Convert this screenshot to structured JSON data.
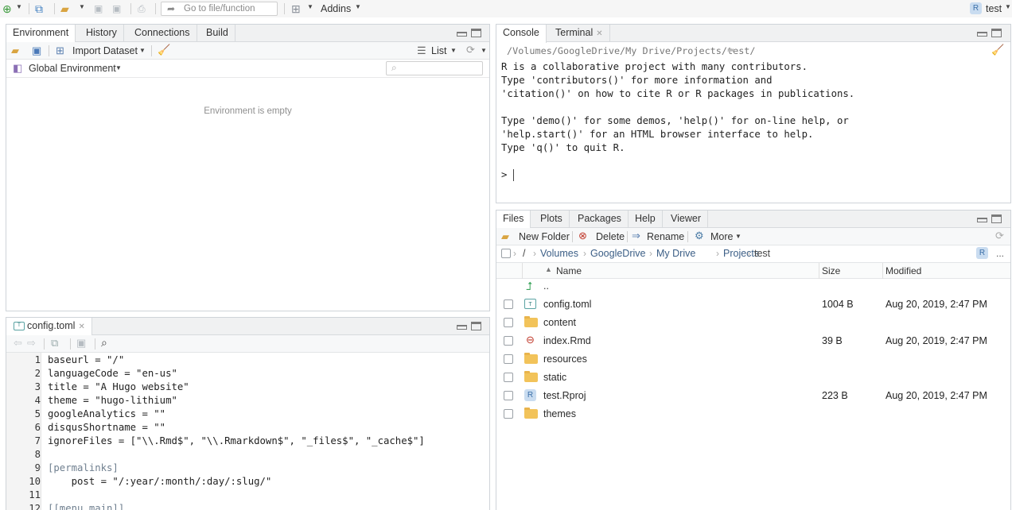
{
  "topbar": {
    "goto_placeholder": "Go to file/function",
    "addins_label": "Addins",
    "project_label": "test"
  },
  "env_pane": {
    "tabs": [
      "Environment",
      "History",
      "Connections",
      "Build"
    ],
    "import_label": "Import Dataset",
    "list_label": "List",
    "scope_label": "Global Environment",
    "empty_message": "Environment is empty"
  },
  "editor": {
    "file_tab": "config.toml",
    "lines": [
      {
        "n": "1",
        "text": "baseurl = \"/\""
      },
      {
        "n": "2",
        "text": "languageCode = \"en-us\""
      },
      {
        "n": "3",
        "text": "title = \"A Hugo website\""
      },
      {
        "n": "4",
        "text": "theme = \"hugo-lithium\""
      },
      {
        "n": "5",
        "text": "googleAnalytics = \"\""
      },
      {
        "n": "6",
        "text": "disqusShortname = \"\""
      },
      {
        "n": "7",
        "text": "ignoreFiles = [\"\\\\.Rmd$\", \"\\\\.Rmarkdown$\", \"_files$\", \"_cache$\"]"
      },
      {
        "n": "8",
        "text": ""
      },
      {
        "n": "9",
        "text": "[permalinks]"
      },
      {
        "n": "10",
        "text": "    post = \"/:year/:month/:day/:slug/\""
      },
      {
        "n": "11",
        "text": ""
      },
      {
        "n": "12",
        "text": "[[menu.main]]"
      }
    ]
  },
  "console": {
    "tabs": [
      "Console",
      "Terminal"
    ],
    "path": "/Volumes/GoogleDrive/My Drive/Projects/test/",
    "lines": [
      "R is a collaborative project with many contributors.",
      "Type 'contributors()' for more information and",
      "'citation()' on how to cite R or R packages in publications.",
      "",
      "Type 'demo()' for some demos, 'help()' for on-line help, or",
      "'help.start()' for an HTML browser interface to help.",
      "Type 'q()' to quit R.",
      "",
      "> "
    ]
  },
  "files_pane": {
    "tabs": [
      "Files",
      "Plots",
      "Packages",
      "Help",
      "Viewer"
    ],
    "new_folder_label": "New Folder",
    "delete_label": "Delete",
    "rename_label": "Rename",
    "more_label": "More",
    "breadcrumb": [
      "/",
      "Volumes",
      "GoogleDrive",
      "My Drive",
      "Projects",
      "test"
    ],
    "more_dots": "...",
    "columns": [
      "Name",
      "Size",
      "Modified"
    ],
    "up_label": "..",
    "rows": [
      {
        "name": "config.toml",
        "size": "1004 B",
        "modified": "Aug 20, 2019, 2:47 PM",
        "icon": "toml-file-icon"
      },
      {
        "name": "content",
        "size": "",
        "modified": "",
        "icon": "folder-icon"
      },
      {
        "name": "index.Rmd",
        "size": "39 B",
        "modified": "Aug 20, 2019, 2:47 PM",
        "icon": "rmd-file-icon"
      },
      {
        "name": "resources",
        "size": "",
        "modified": "",
        "icon": "folder-icon"
      },
      {
        "name": "static",
        "size": "",
        "modified": "",
        "icon": "folder-icon"
      },
      {
        "name": "test.Rproj",
        "size": "223 B",
        "modified": "Aug 20, 2019, 2:47 PM",
        "icon": "rproj-file-icon"
      },
      {
        "name": "themes",
        "size": "",
        "modified": "",
        "icon": "folder-icon"
      }
    ]
  }
}
